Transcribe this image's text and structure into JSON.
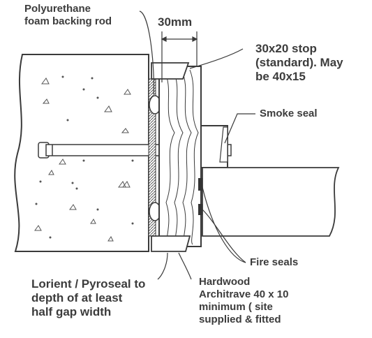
{
  "diagram": {
    "labels": {
      "backing_rod": [
        "Polyurethane",
        "foam backing rod"
      ],
      "gap_dimension": "30mm",
      "stop": [
        "30x20 stop",
        "(standard). May",
        "be 40x15"
      ],
      "smoke_seal": "Smoke seal",
      "fire_seals": "Fire seals",
      "sealant": [
        "Lorient / Pyroseal to",
        "depth of at least",
        "half gap width"
      ],
      "architrave": [
        "Hardwood",
        "Architrave 40 x 10",
        "minimum ( site",
        "supplied & fitted"
      ]
    },
    "colors": {
      "line": "#3a3a3a",
      "text": "#3c3c3c",
      "sealant_hatch": "#555555",
      "background": "#ffffff"
    }
  }
}
